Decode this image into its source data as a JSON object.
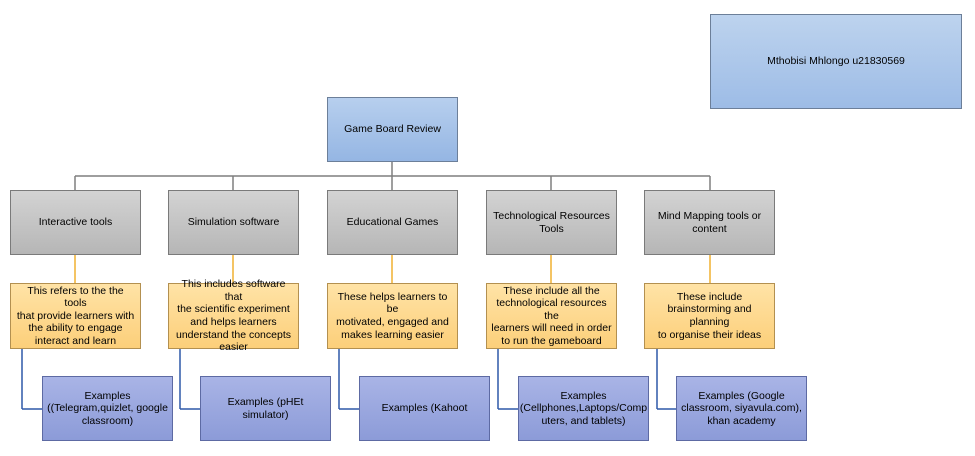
{
  "author_box": "Mthobisi Mhlongo u21830569",
  "root": "Game Board Review",
  "branches": [
    {
      "category": "Interactive tools",
      "description": "This refers to the the tools\nthat provide learners with\nthe ability to engage\ninteract and learn",
      "examples": "Examples\n((Telegram,quizlet, google\nclassroom)"
    },
    {
      "category": "Simulation software",
      "description": "This includes software that\nthe scientific experiment\nand helps learners\nunderstand the concepts\neasier",
      "examples": "Examples (pHEt simulator)"
    },
    {
      "category": "Educational Games",
      "description": "These helps learners to be\nmotivated, engaged and\nmakes learning easier",
      "examples": "Examples (Kahoot"
    },
    {
      "category": "Technological Resources\nTools",
      "description": "These include all the\ntechnological resources the\nlearners will need in order\nto run the gameboard",
      "examples": "Examples\n(Cellphones,Laptops/Comp\nuters, and tablets)"
    },
    {
      "category": "Mind Mapping tools or\ncontent",
      "description": "These include\nbrainstorming and planning\nto organise their ideas",
      "examples": "Examples (Google\nclassroom, siyavula.com),\nkhan academy"
    }
  ]
}
